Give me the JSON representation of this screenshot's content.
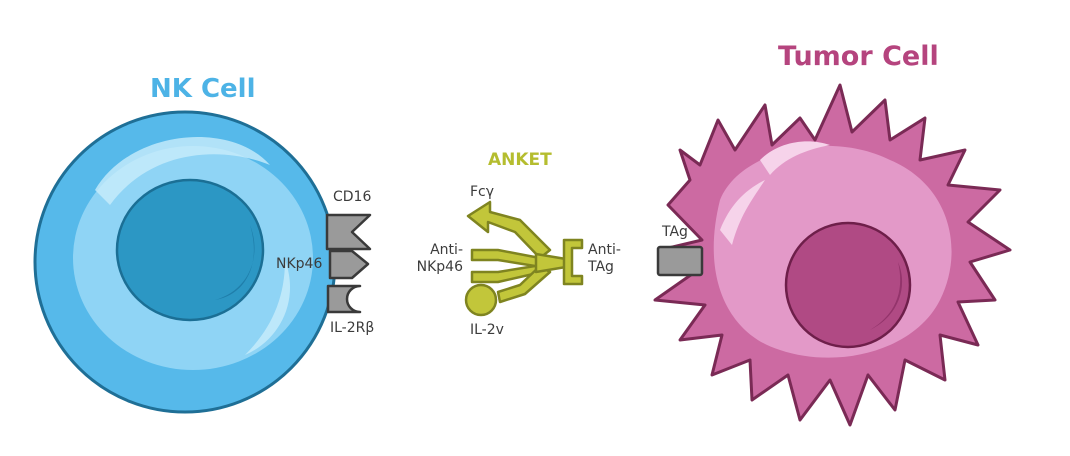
{
  "diagram": {
    "nk_cell": {
      "title": "NK Cell",
      "receptors": [
        "CD16",
        "NKp46",
        "IL-2Rβ"
      ]
    },
    "anket": {
      "title": "ANKET",
      "parts": {
        "fc": "Fcγ",
        "anti_nkp46_line1": "Anti-",
        "anti_nkp46_line2": "NKp46",
        "il2v": "IL-2v",
        "anti_tag_line1": "Anti-",
        "anti_tag_line2": "TAg"
      }
    },
    "tumor_cell": {
      "title": "Tumor Cell",
      "antigen": "TAg"
    }
  },
  "colors": {
    "nk_title": "#4db3e6",
    "anket_title": "#b5bd2f",
    "tumor_title": "#b5447e",
    "nk_outer": "#56b9ea",
    "nk_inner": "#8fd4f5",
    "nk_nucleus": "#2c97c4",
    "anket_fill": "#c2c63a",
    "anket_stroke": "#7f8420",
    "tumor_outer": "#cc6aa2",
    "tumor_inner": "#e399c8",
    "tumor_nucleus": "#b04a84",
    "receptor": "#9a9a9a",
    "text": "#3c3c3c"
  }
}
